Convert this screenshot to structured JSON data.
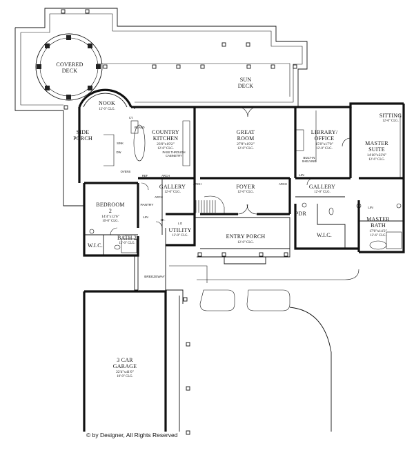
{
  "rooms": {
    "covered_deck": {
      "name": "COVERED",
      "name2": "DECK"
    },
    "sun_deck": {
      "name": "SUN",
      "name2": "DECK"
    },
    "nook": {
      "name": "NOOK",
      "clg": "12'-0\" CLG."
    },
    "side_porch": {
      "name": "SIDE",
      "name2": "PORCH"
    },
    "country_kitchen": {
      "name": "COUNTRY",
      "name2": "KITCHEN",
      "dim": "23'0\"x19'2\"",
      "clg": "12'-0\" CLG."
    },
    "island": {
      "name": "ISLAND"
    },
    "great_room": {
      "name": "GREAT",
      "name2": "ROOM",
      "dim": "27'8\"x19'2\"",
      "clg": "12'-0\" CLG."
    },
    "library": {
      "name": "LIBRARY/",
      "name2": "OFFICE",
      "dim": "15'0\"x17'0\"",
      "clg": "12'-0\" CLG."
    },
    "sitting": {
      "name": "SITTING",
      "clg": "12'-0\" CLG."
    },
    "master_suite": {
      "name": "MASTER",
      "name2": "SUITE",
      "dim": "14'10\"x23'6\"",
      "clg": "12'-6\" CLG."
    },
    "gallery_left": {
      "name": "GALLERY",
      "clg": "12'-0\" CLG."
    },
    "foyer": {
      "name": "FOYER",
      "clg": "12'-0\" CLG."
    },
    "gallery_right": {
      "name": "GALLERY",
      "clg": "12'-0\" CLG."
    },
    "bedroom2": {
      "name": "BEDROOM",
      "name2": "2",
      "dim": "14'4\"x12'6\"",
      "clg": "10'-0\" CLG."
    },
    "pantry": {
      "name": "PANTRY"
    },
    "bath2": {
      "name": "BATH 2",
      "clg": "12'-0\" CLG."
    },
    "wic_left": {
      "name": "W.I.C."
    },
    "utility": {
      "name": "UTILITY",
      "clg": "12'-0\" CLG."
    },
    "entry_porch": {
      "name": "ENTRY PORCH",
      "clg": "12'-0\" CLG."
    },
    "pdr": {
      "name": "PDR"
    },
    "wic_right": {
      "name": "W.I.C."
    },
    "master_bath": {
      "name": "MASTER",
      "name2": "BATH",
      "dim": "17'0\"x14'2\"",
      "clg": "12'-6\" CLG."
    },
    "breezeway": {
      "name": "BREEZEWAY"
    },
    "garage": {
      "name": "3 CAR",
      "name2": "GARAGE",
      "dim": "22'4\"x41'0\"",
      "clg": "10'-0\" CLG."
    }
  },
  "labels": {
    "sink": "SINK",
    "dw": "DW",
    "ovens": "OVENS",
    "ref": "REF",
    "ct": "CT.",
    "pass_through": "PASS THROUGH",
    "cabinetry": "CABINETRY",
    "built_in": "BUILT-IN",
    "shelving": "SHELVING",
    "arch_1": "ARCH",
    "arch_2": "ARCH",
    "arch_3": "ARCH",
    "arch_4": "ARCH",
    "lin_1": "LIN",
    "lin_2": "LIN",
    "lin_3": "LIN",
    "sh": "SH.",
    "ld": "L D"
  },
  "footer": {
    "copyright": "© by Designer, All Rights Reserved"
  }
}
